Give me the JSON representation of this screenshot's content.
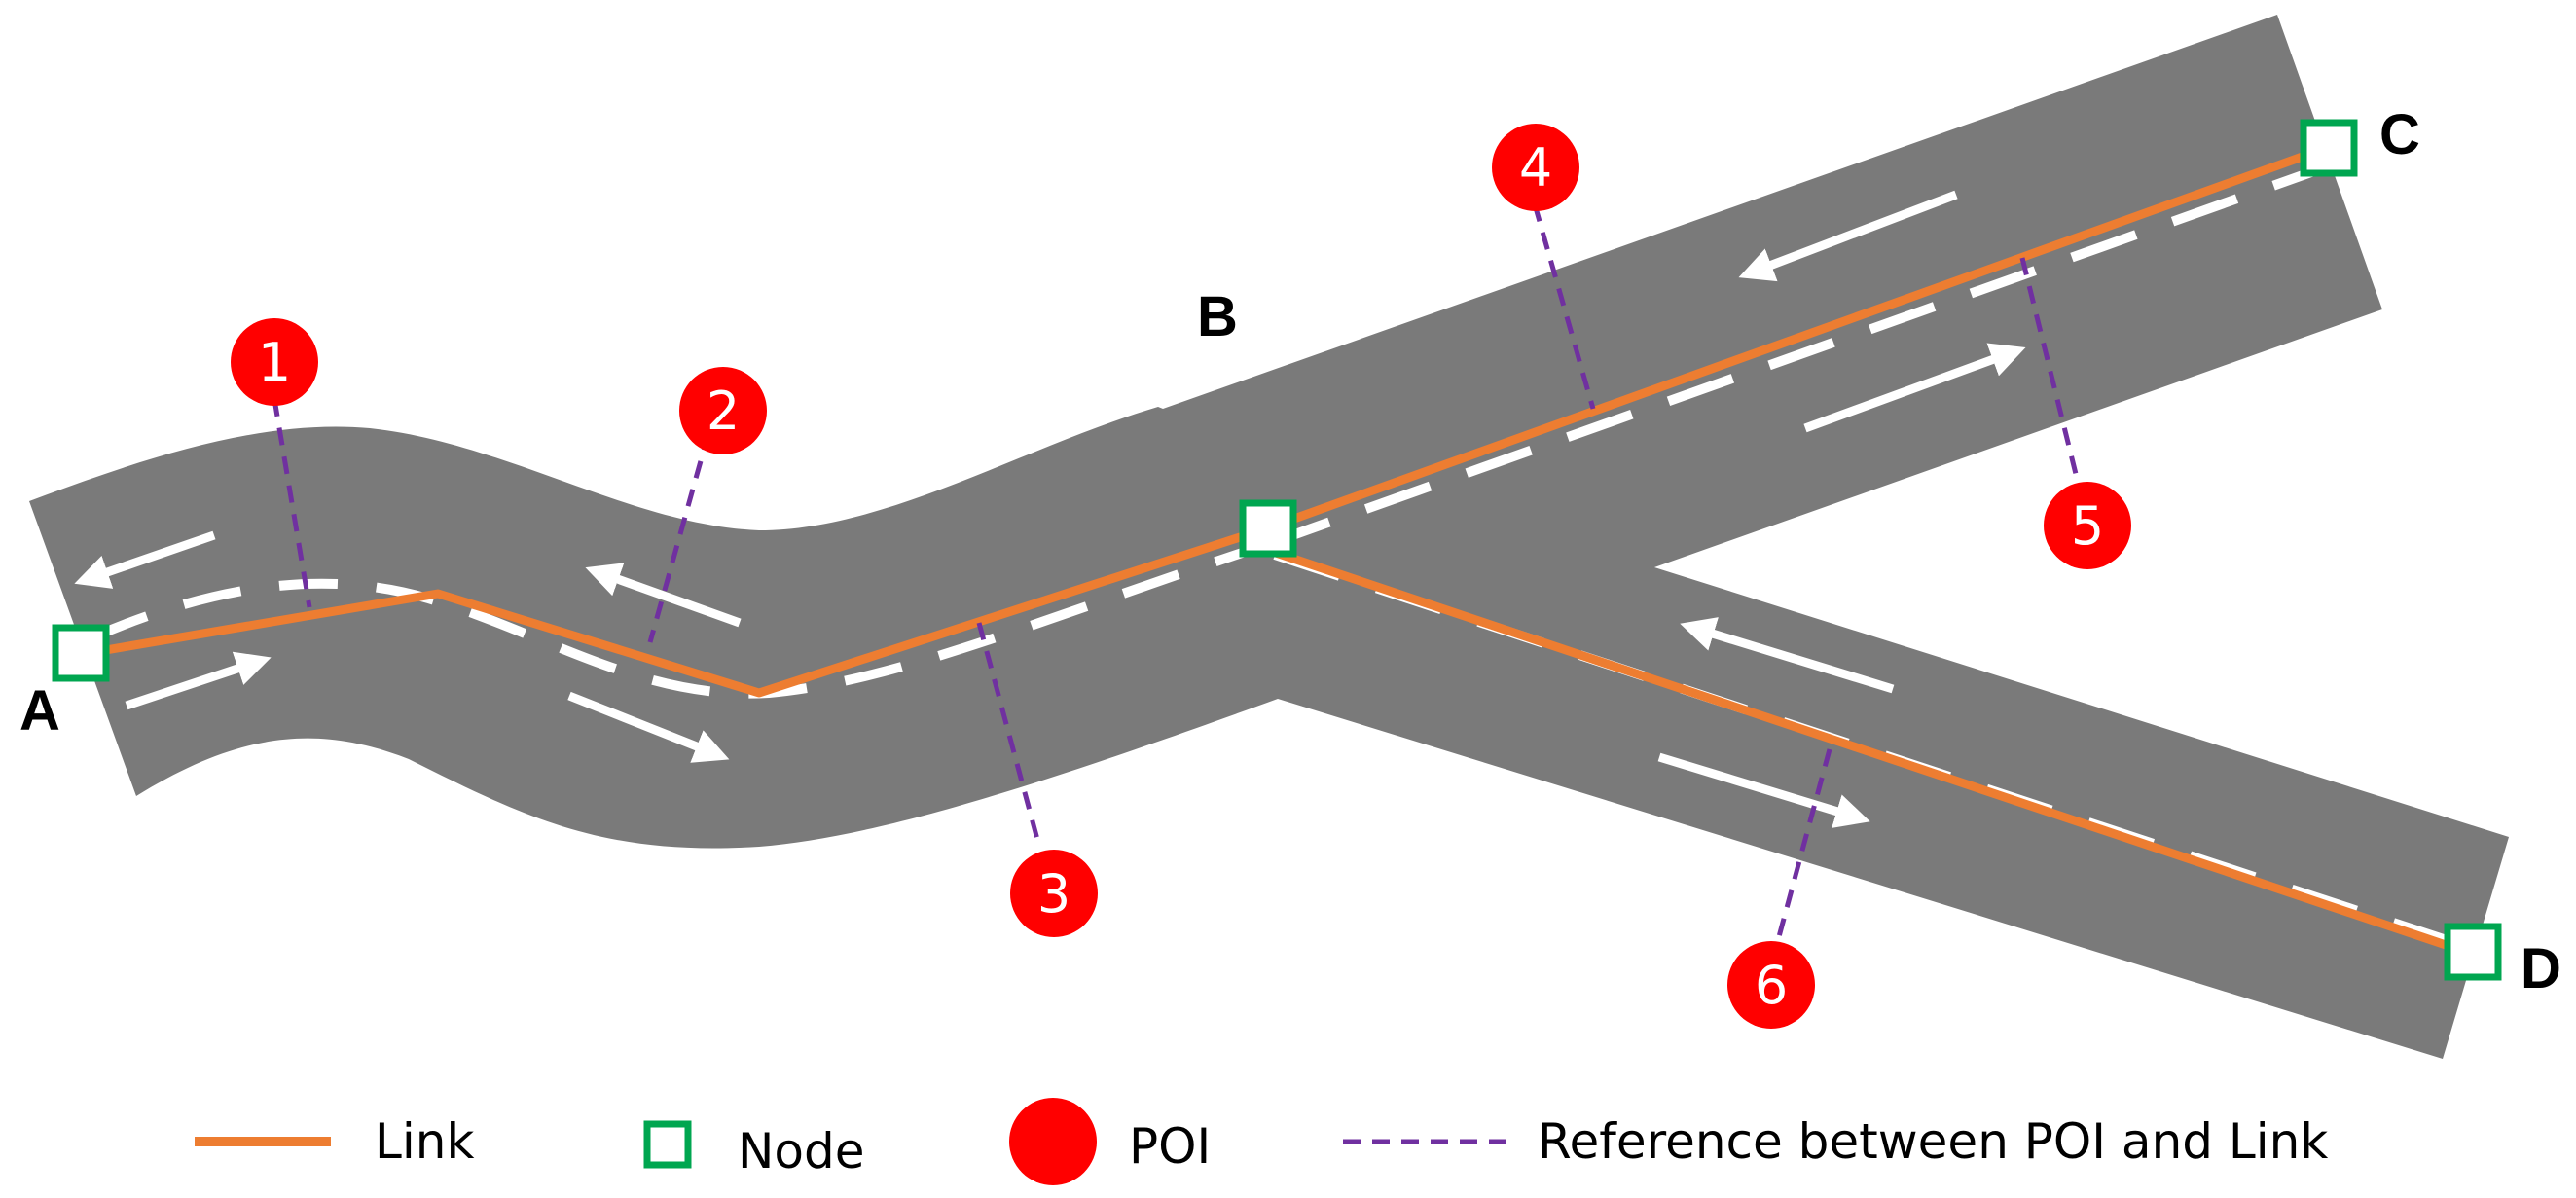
{
  "nodes": [
    {
      "id": "A",
      "label": "A"
    },
    {
      "id": "B",
      "label": "B"
    },
    {
      "id": "C",
      "label": "C"
    },
    {
      "id": "D",
      "label": "D"
    }
  ],
  "pois": [
    {
      "label": "1"
    },
    {
      "label": "2"
    },
    {
      "label": "3"
    },
    {
      "label": "4"
    },
    {
      "label": "5"
    },
    {
      "label": "6"
    }
  ],
  "legend": {
    "link": "Link",
    "node": "Node",
    "poi": "POI",
    "reference": "Reference between POI and Link"
  },
  "colors": {
    "road": "#7a7a7a",
    "link": "#ed7d31",
    "node_border": "#00a650",
    "poi": "#ff0000",
    "reference": "#7030a0",
    "lane_marking": "#ffffff"
  }
}
